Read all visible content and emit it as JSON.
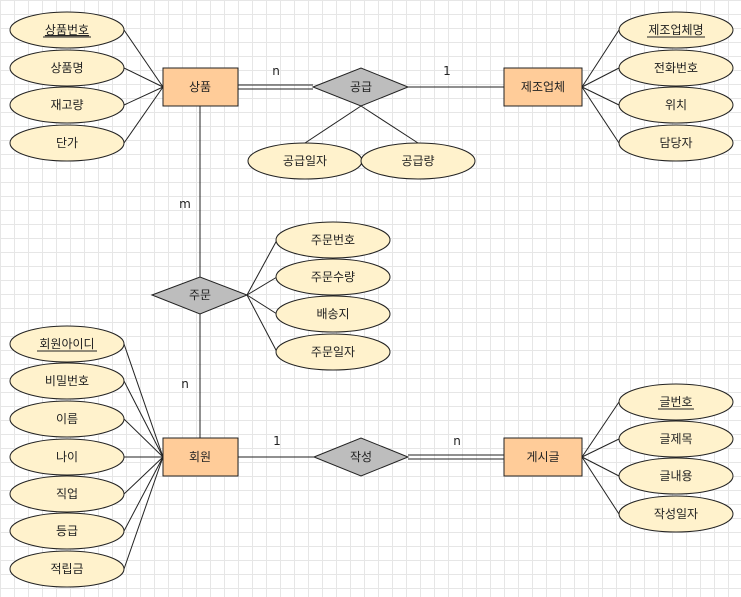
{
  "entities": {
    "product": "상품",
    "manufacturer": "제조업체",
    "member": "회원",
    "post": "게시글"
  },
  "relationships": {
    "supply": "공급",
    "order": "주문",
    "write": "작성"
  },
  "attributes": {
    "product": [
      "상품번호",
      "상품명",
      "재고량",
      "단가"
    ],
    "manufacturer": [
      "제조업체명",
      "전화번호",
      "위치",
      "담당자"
    ],
    "supply": [
      "공급일자",
      "공급량"
    ],
    "order": [
      "주문번호",
      "주문수량",
      "배송지",
      "주문일자"
    ],
    "member": [
      "회원아이디",
      "비밀번호",
      "이름",
      "나이",
      "직업",
      "등급",
      "적립금"
    ],
    "post": [
      "글번호",
      "글제목",
      "글내용",
      "작성일자"
    ]
  },
  "cardinalities": {
    "supply_product": "n",
    "supply_manufacturer": "1",
    "order_product": "m",
    "order_member": "n",
    "write_member": "1",
    "write_post": "n"
  },
  "colors": {
    "entity": "#ffcc99",
    "relationship": "#bdbdbd",
    "attribute": "#fff2cc"
  }
}
